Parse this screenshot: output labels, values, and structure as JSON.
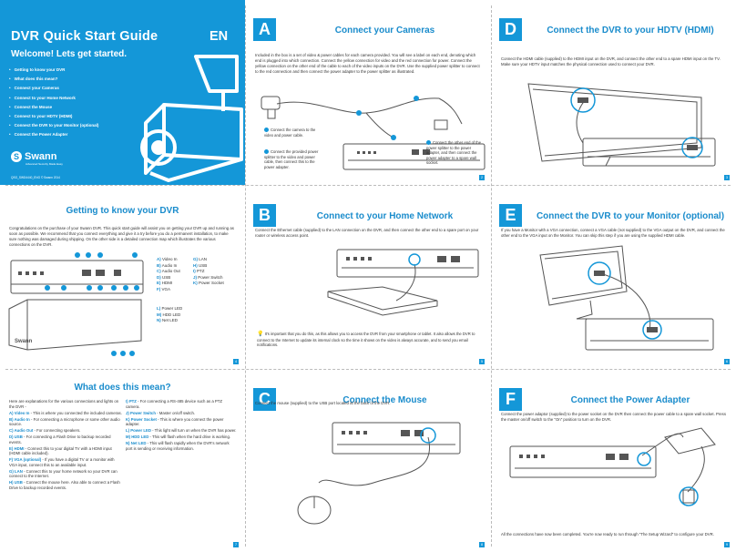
{
  "cover": {
    "title": "DVR Quick Start Guide",
    "lang": "EN",
    "subtitle": "Welcome! Lets get started.",
    "items": [
      "Getting to know your DVR",
      "What does this mean?",
      "Connect your Cameras",
      "Connect to your Home Network",
      "Connect the Mouse",
      "Connect to your HDTV (HDMI)",
      "Connect the DVR to your Monitor (optional)",
      "Connect the Power Adapter"
    ],
    "brand": "Swann",
    "brand_tag": "Advanced Security Made Easy",
    "doc_code": "QSG_SWD4440_ENG © Swann 2014"
  },
  "panel_a": {
    "letter": "A",
    "title": "Connect your Cameras",
    "text": "Included in the box is a set of video & power cables for each camera provided. You will see a label on each end, denoting which end is plugged into which connection. Connect the yellow connection for video and the red connection for power. Connect the yellow connection on the other end of the cable to each of the video inputs on the DVR. Use the supplied power splitter to connect to the red connection and then connect the power adapter to the power splitter as illustrated.",
    "notes": [
      "Connect the camera to the video and power cable.",
      "Connect the provided power splitter to the video and power cable, then connect this to the power adapter.",
      "Connect the other end of the power splitter to the power adapter, and then connect the power adapter to a spare wall socket."
    ],
    "page": "2"
  },
  "panel_d": {
    "letter": "D",
    "title": "Connect the DVR to your HDTV (HDMI)",
    "text": "Connect the HDMI cable (supplied) to the HDMI input on the DVR, and connect the other end to a spare HDMI input on the TV. Make sure your HDTV input matches the physical connection used to connect your DVR.",
    "page": "3"
  },
  "panel_know": {
    "title": "Getting to know your DVR",
    "text": "Congratulations on the purchase of your Swann DVR. This quick start guide will assist you on getting your DVR up and running as soon as possible. We recommend that you connect everything and give it a try before you do a permanent installation, to make sure nothing was damaged during shipping. On the other side is a detailed connection map which illustrates the various connections on the DVR.",
    "legend_left": [
      {
        "k": "A)",
        "v": "Video In"
      },
      {
        "k": "B)",
        "v": "Audio In"
      },
      {
        "k": "C)",
        "v": "Audio Out"
      },
      {
        "k": "D)",
        "v": "USB"
      },
      {
        "k": "E)",
        "v": "HDMI"
      },
      {
        "k": "F)",
        "v": "VGA"
      }
    ],
    "legend_right": [
      {
        "k": "G)",
        "v": "LAN"
      },
      {
        "k": "H)",
        "v": "USB"
      },
      {
        "k": "I)",
        "v": "PTZ"
      },
      {
        "k": "J)",
        "v": "Power Switch"
      },
      {
        "k": "K)",
        "v": "Power Socket"
      }
    ],
    "legend_leds": [
      {
        "k": "L)",
        "v": "Power LED"
      },
      {
        "k": "M)",
        "v": "HDD LED"
      },
      {
        "k": "N)",
        "v": "Net LED"
      }
    ],
    "brand": "Swann",
    "callouts_back": [
      "B",
      "D",
      "G",
      "J"
    ],
    "callouts_back_low": [
      "A",
      "C",
      "E",
      "F",
      "H",
      "I",
      "K"
    ],
    "callouts_front": [
      "L",
      "M",
      "N"
    ],
    "page": "4"
  },
  "panel_b": {
    "letter": "B",
    "title": "Connect to your Home Network",
    "text": "Connect the Ethernet cable (supplied) to the LAN connection on the DVR, and then connect the other end to a spare port on your router or wireless access point.",
    "tip": "It's important that you do this, as this allows you to access the DVR from your smartphone or tablet. It also allows the DVR to connect to the Internet to update its internal clock so the time it shows on the video is always accurate, and to send you email notifications.",
    "page": "5"
  },
  "panel_e": {
    "letter": "E",
    "title": "Connect the DVR to your Monitor (optional)",
    "text": "If you have a Monitor with a VGA connection, connect a VGA cable (not supplied) to the VGA output on the DVR, and connect the other end to the VGA input on the Monitor. You can skip this step if you are using the supplied HDMI cable.",
    "page": "6"
  },
  "panel_what": {
    "title": "What does this mean?",
    "intro": "Here are explanations for the various connections and lights on the DVR -",
    "left": [
      {
        "k": "A) Video In",
        "v": " - This is where you connected the included cameras."
      },
      {
        "k": "B) Audio In",
        "v": " - For connecting a microphone or some other audio source."
      },
      {
        "k": "C) Audio Out",
        "v": " - For connecting speakers."
      },
      {
        "k": "D) USB",
        "v": " - For connecting a Flash Drive to backup recorded events."
      },
      {
        "k": "E) HDMI",
        "v": " - Connect this to your digital TV with a HDMI input (HDMI cable included)."
      },
      {
        "k": "F) VGA (optional)",
        "v": " - If you have a digital TV or a monitor with VGA input, connect this to an available input."
      },
      {
        "k": "G) LAN",
        "v": " - Connect this to your home network so your DVR can connect to the Internet."
      },
      {
        "k": "H) USB",
        "v": " - Connect the mouse here. Also able to connect a Flash Drive to backup recorded events."
      }
    ],
    "right": [
      {
        "k": "I) PTZ",
        "v": " - For connecting a RS-485 device such as a PTZ camera."
      },
      {
        "k": "J) Power Switch",
        "v": " - Master on/off switch."
      },
      {
        "k": "K) Power Socket",
        "v": " - This is where you connect the power adapter."
      },
      {
        "k": "L) Power LED",
        "v": " - This light will turn on when the DVR has power."
      },
      {
        "k": "M) HDD LED",
        "v": " - This will flash when the hard drive is working."
      },
      {
        "k": "N) Net LED",
        "v": " - This will flash rapidly when the DVR's network port is sending or receiving information."
      }
    ],
    "page": "7"
  },
  "panel_c": {
    "letter": "C",
    "title": "Connect the Mouse",
    "text": "Connect the mouse (supplied) to the USB port located at the back of the DVR.",
    "page": "8"
  },
  "panel_f": {
    "letter": "F",
    "title": "Connect the Power Adapter",
    "text": "Connect the power adaptor (supplied) to the power socket on the DVR then connect the power cable to a spare wall socket. Press the master on/off switch to the \"On\" position to turn on the DVR.",
    "footer": "All the connections have now been completed. You're now ready to run through \"The Setup Wizard\" to configure your DVR.",
    "page": "9"
  },
  "colors": {
    "accent": "#1497d8",
    "title": "#1a8ccc"
  }
}
